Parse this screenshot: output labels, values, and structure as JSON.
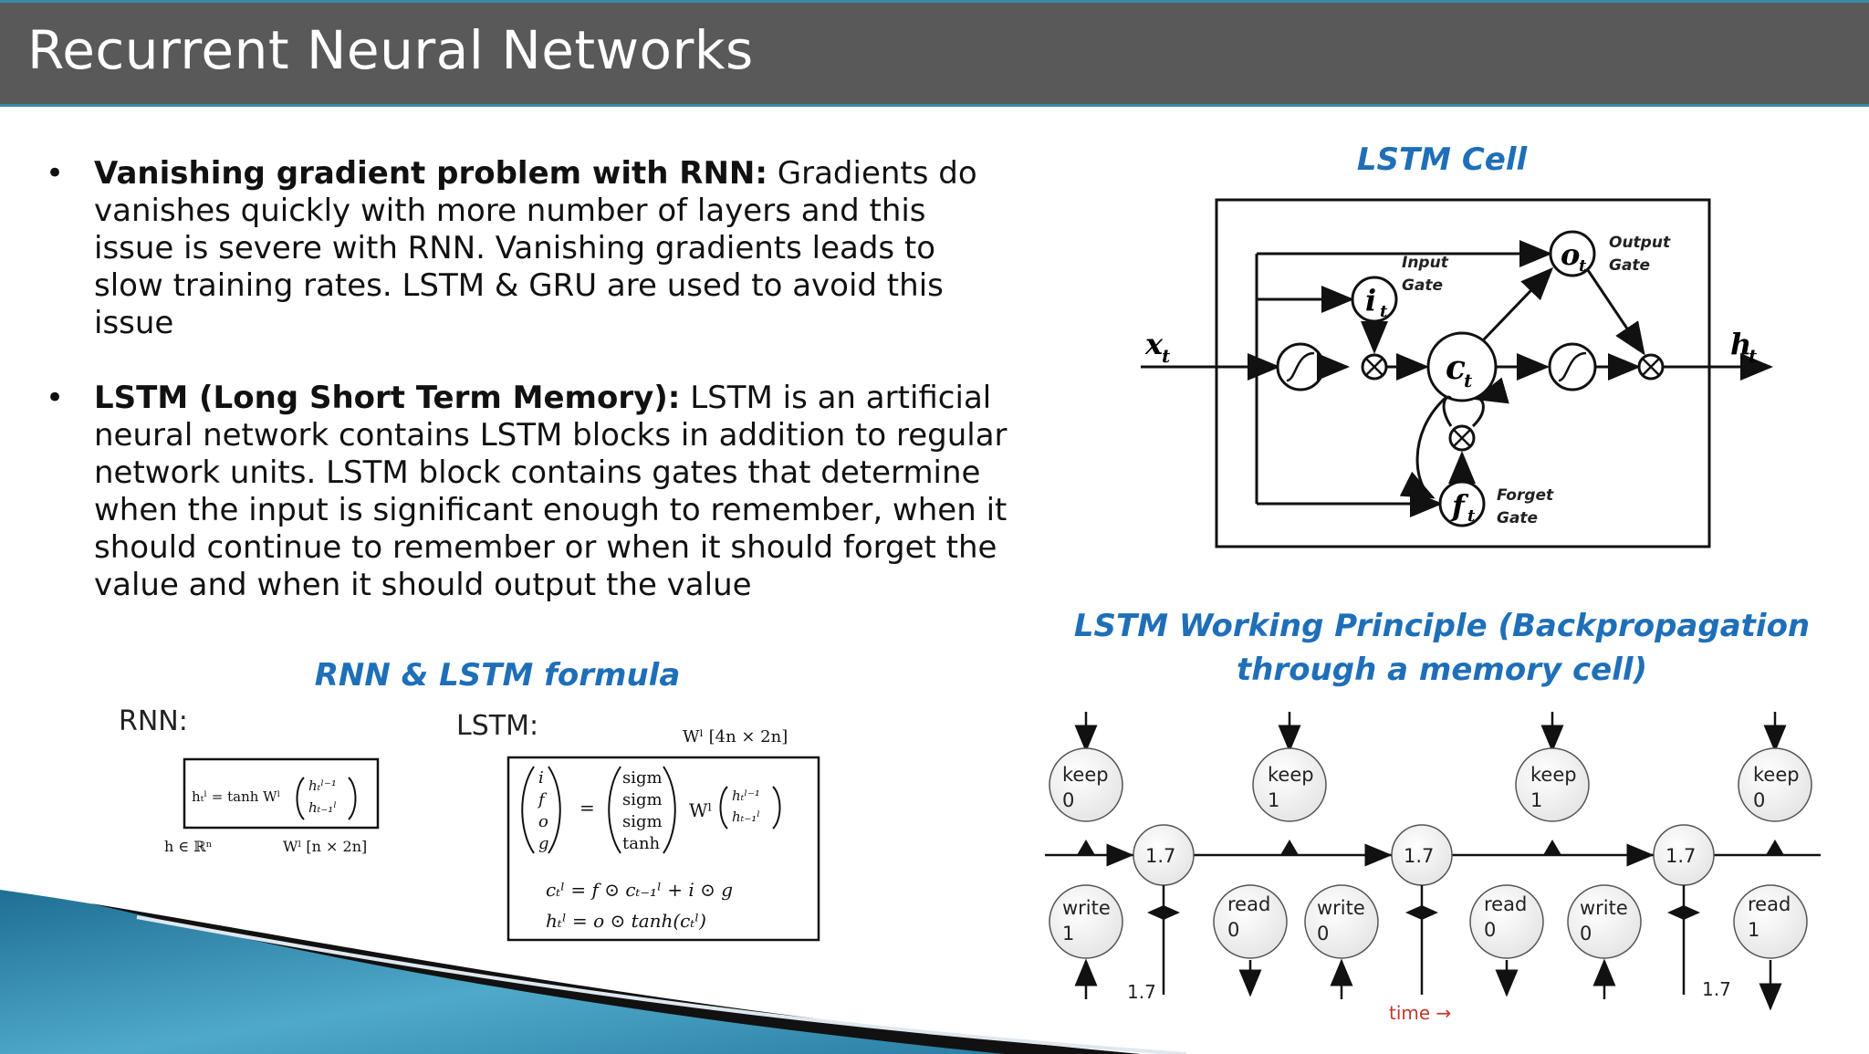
{
  "title": "Recurrent Neural Networks",
  "bullets": [
    {
      "bold": "Vanishing gradient problem with RNN:",
      "text": " Gradients do vanishes quickly with more number of layers and this issue is severe with RNN. Vanishing gradients leads to slow training rates. LSTM & GRU are used to avoid this issue"
    },
    {
      "bold": "LSTM (Long Short Term Memory):",
      "text": " LSTM is an artificial neural network contains LSTM blocks in addition to regular network units. LSTM block contains gates that determine when the input is significant enough to remember, when it should continue to remember or when it should forget the value and when it should output the value"
    }
  ],
  "lstm_cell": {
    "heading": "LSTM Cell",
    "x": "x",
    "x_sub": "t",
    "h": "h",
    "h_sub": "t",
    "i": "i",
    "i_sub": "t",
    "c": "c",
    "c_sub": "t",
    "o": "o",
    "o_sub": "t",
    "f": "f",
    "f_sub": "t",
    "input_gate": [
      "Input",
      "Gate"
    ],
    "output_gate": [
      "Output",
      "Gate"
    ],
    "forget_gate": [
      "Forget",
      "Gate"
    ]
  },
  "formula": {
    "heading": "RNN & LSTM formula",
    "rnn_label": "RNN:",
    "lstm_label": "LSTM:",
    "rnn_eq": "h_t^l = tanh W^l (h_t^{l-1}; h_{t-1}^l)",
    "rnn_domain": "h ∈ ℝⁿ",
    "rnn_dim": "Wˡ [n × 2n]",
    "lstm_dim": "Wˡ [4n × 2n]",
    "gates_vec": [
      "i",
      "f",
      "o",
      "g"
    ],
    "funcs": [
      "sigm",
      "sigm",
      "sigm",
      "tanh"
    ],
    "c_eq": "cₜˡ = f ⊙ cₜ₋₁ˡ + i ⊙ g",
    "h_eq": "hₜˡ = o ⊙ tanh(cₜˡ)"
  },
  "working": {
    "heading_line1": "LSTM Working Principle (Backpropagation",
    "heading_line2": "through a memory cell)",
    "keep": [
      {
        "label": "keep",
        "value": "0"
      },
      {
        "label": "keep",
        "value": "1"
      },
      {
        "label": "keep",
        "value": "1"
      },
      {
        "label": "keep",
        "value": "0"
      }
    ],
    "write": [
      {
        "label": "write",
        "value": "1"
      },
      {
        "label": "write",
        "value": "0"
      },
      {
        "label": "write",
        "value": "0"
      }
    ],
    "read": [
      {
        "label": "read",
        "value": "0"
      },
      {
        "label": "read",
        "value": "0"
      },
      {
        "label": "read",
        "value": "1"
      }
    ],
    "cells": [
      "1.7",
      "1.7",
      "1.7"
    ],
    "in_value": "1.7",
    "out_value": "1.7",
    "time_label": "time →"
  },
  "colors": {
    "accent": "#1f6fb8",
    "title_bg": "#595959",
    "time_label": "#c0392b"
  }
}
